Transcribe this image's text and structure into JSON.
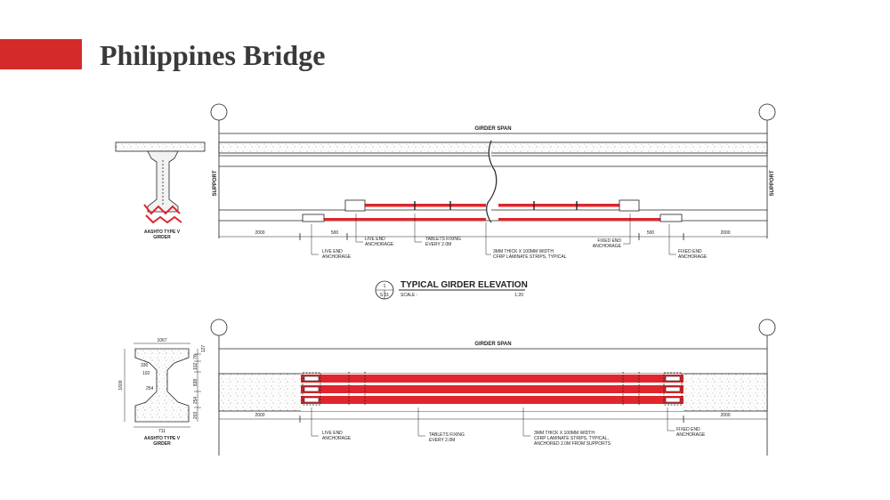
{
  "title": "Philippines Bridge",
  "colors": {
    "accent": "#d42a2a",
    "cfrp": "#e0262c",
    "line": "#222222"
  },
  "elevation": {
    "girder_span": "GIRDER SPAN",
    "support": "SUPPORT",
    "dim_left": "2000",
    "dim_500_left": "500",
    "dim_500_right": "500",
    "dim_right": "2000",
    "notes": {
      "live_end": [
        "LIVE END",
        "ANCHORAGE"
      ],
      "live_end_2": [
        "LIVE END",
        "ANCHORAGE"
      ],
      "tablets": [
        "TABLETS FIXING",
        "EVERY 2.0M"
      ],
      "cfrp": [
        "3MM THICK X 100MM WIDTH",
        "CFRP LAMINATE STRIPS, TYPICAL"
      ],
      "fixed_end": [
        "FIXED END",
        "ANCHORAGE"
      ],
      "fixed_end_2": [
        "FIXED END",
        "ANCHORAGE"
      ]
    },
    "section_label": [
      "AASHTO TYPE V",
      "GIRDER"
    ]
  },
  "caption": {
    "number": "1",
    "sheet": "S 01",
    "title": "TYPICAL GIRDER ELEVATION",
    "scale_label": "SCALE :",
    "scale_value": "1:20"
  },
  "plan": {
    "girder_span": "GIRDER SPAN",
    "dim_left": "2000",
    "dim_right": "2000",
    "notes": {
      "live_end": [
        "LIVE END",
        "ANCHORAGE"
      ],
      "tablets": [
        "TABLETS FIXING",
        "EVERY 2.0M"
      ],
      "cfrp": [
        "3MM THICK X 100MM WIDTH",
        "CFRP LAMINATE STRIPS, TYPICAL,",
        "ANCHORED 2.0M FROM SUPPORTS"
      ],
      "fixed_end": [
        "FIXED END",
        "ANCHORAGE"
      ]
    },
    "section": {
      "top_width": "1067",
      "depth": "1600",
      "bottom_width": "711",
      "flange_330": "330",
      "flange_102": "102",
      "web_254": "254",
      "side_127": "127",
      "side_76": "76",
      "side_102": "102",
      "side_838": "838",
      "side_254": "254",
      "side_203": "203",
      "label": [
        "AASHTO TYPE V",
        "GIRDER"
      ]
    }
  }
}
